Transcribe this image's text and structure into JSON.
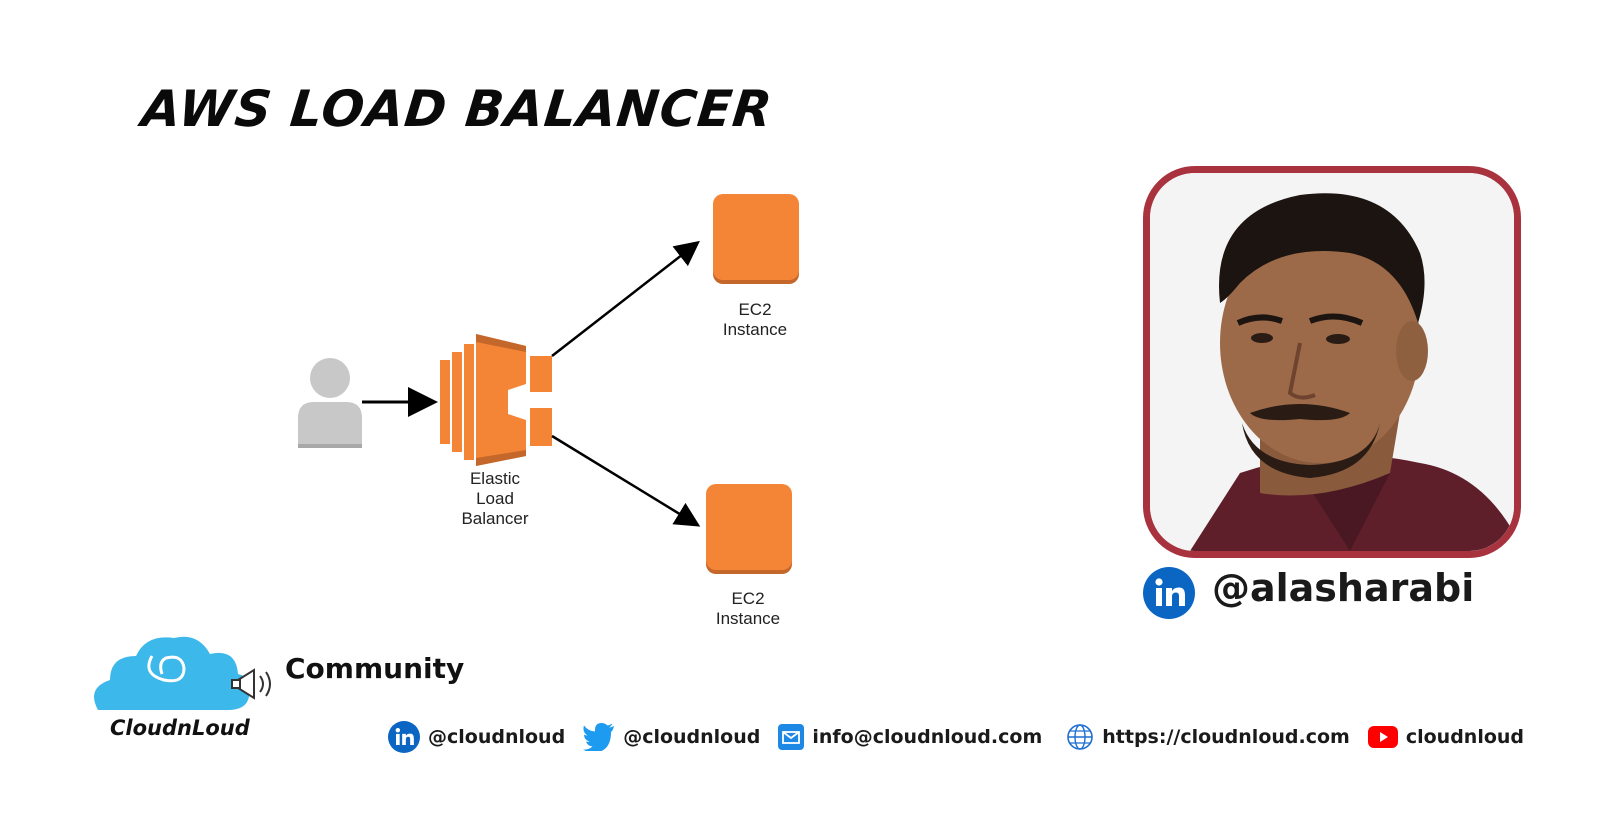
{
  "title": "AWS LOAD BALANCER",
  "diagram": {
    "load_balancer_label_lines": [
      "Elastic",
      "Load",
      "Balancer"
    ],
    "instance_label_lines": [
      "EC2",
      "Instance"
    ],
    "colors": {
      "aws_orange": "#f58536",
      "user_gray": "#c8c8c8"
    }
  },
  "presenter": {
    "handle": "@alasharabi",
    "frame_color": "#a8323e"
  },
  "community": {
    "label": "Community",
    "brand": "CloudnLoud"
  },
  "footer": {
    "linkedin": "@cloudnloud",
    "twitter": "@cloudnloud",
    "email": "info@cloudnloud.com",
    "website": "https://cloudnloud.com",
    "youtube": "cloudnloud"
  }
}
